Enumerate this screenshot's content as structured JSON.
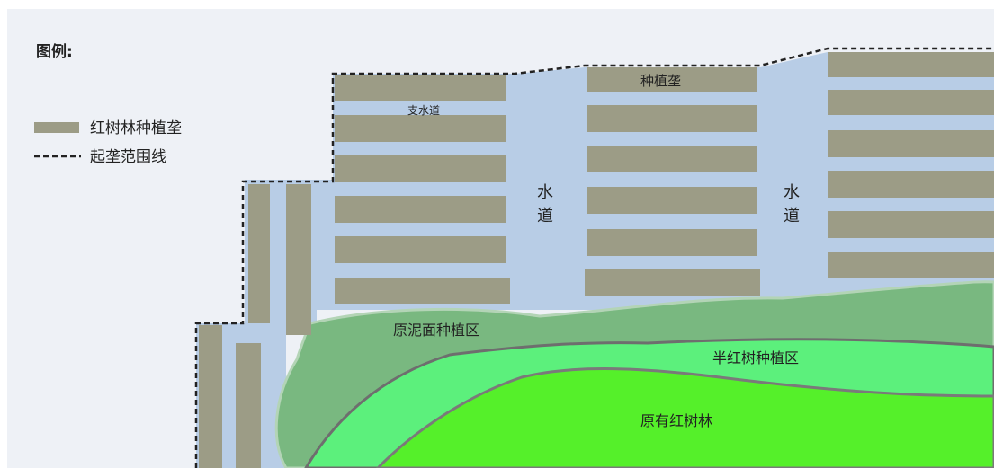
{
  "legend": {
    "title": "图例:",
    "items": [
      {
        "label": "红树林种植垄"
      },
      {
        "label": "起垄范围线"
      }
    ]
  },
  "labels": {
    "branch_channel": "支水道",
    "ridge": "种植垄",
    "channel_left_1": "水",
    "channel_left_2": "道",
    "channel_right_1": "水",
    "channel_right_2": "道",
    "mudflat_zone": "原泥面种植区",
    "semi_mangrove_zone": "半红树种植区",
    "existing_mangrove": "原有红树林"
  },
  "colors": {
    "background": "#eef1f6",
    "water": "#b8cde6",
    "ridge": "#9c9c86",
    "mudflat": "#79b880",
    "semi_mangrove": "#5cf07c",
    "existing_mangrove": "#55f02a",
    "zone_border": "#6e6e6e",
    "boundary_line": "#222222"
  }
}
